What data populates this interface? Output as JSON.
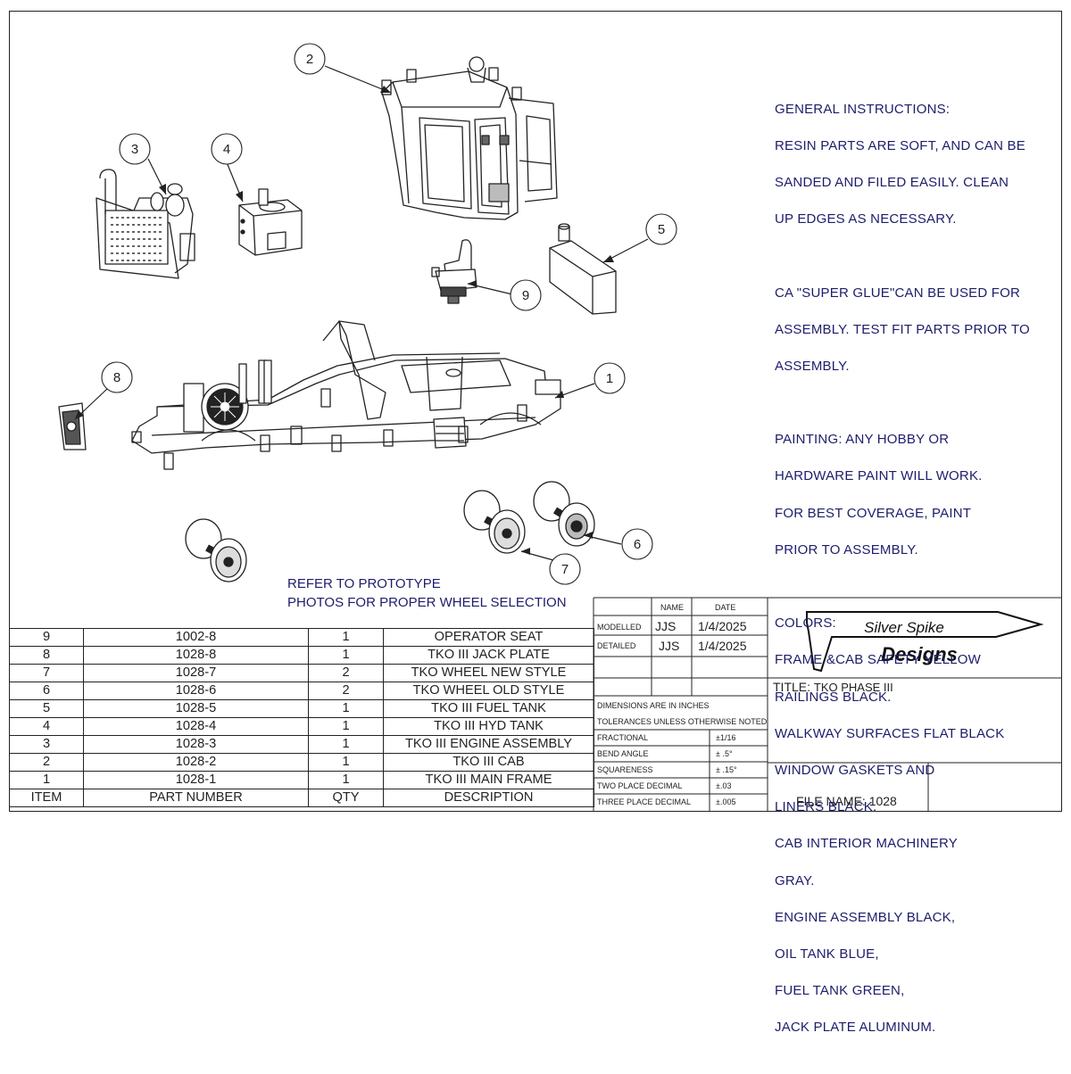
{
  "notes": {
    "general": [
      "GENERAL INSTRUCTIONS:",
      "RESIN PARTS ARE SOFT, AND CAN BE",
      "SANDED AND FILED EASILY.  CLEAN",
      "UP EDGES AS NECESSARY."
    ],
    "glue": [
      "CA \"SUPER GLUE\"CAN BE USED FOR",
      "ASSEMBLY. TEST FIT PARTS PRIOR TO",
      "ASSEMBLY."
    ],
    "painting": [
      "PAINTING:  ANY HOBBY OR",
      "HARDWARE PAINT WILL WORK.",
      "FOR BEST COVERAGE, PAINT",
      "PRIOR TO ASSEMBLY."
    ],
    "colors": [
      "COLORS:",
      "FRAME &CAB SAFETY YELLOW",
      "RAILINGS BLACK.",
      "WALKWAY SURFACES FLAT BLACK",
      "WINDOW GASKETS AND",
      "LINERS BLACK.",
      "CAB INTERIOR MACHINERY",
      "GRAY.",
      "ENGINE ASSEMBLY BLACK,",
      "OIL TANK BLUE,",
      "FUEL TANK GREEN,",
      "JACK PLATE ALUMINUM."
    ]
  },
  "ref_note": [
    "REFER TO PROTOTYPE",
    "PHOTOS FOR PROPER WHEEL SELECTION"
  ],
  "balloons": [
    "1",
    "2",
    "3",
    "4",
    "5",
    "6",
    "7",
    "8",
    "9"
  ],
  "bom": {
    "rows": [
      {
        "item": "9",
        "part": "1002-8",
        "qty": "1",
        "desc": "OPERATOR SEAT"
      },
      {
        "item": "8",
        "part": "1028-8",
        "qty": "1",
        "desc": "TKO III JACK PLATE"
      },
      {
        "item": "7",
        "part": "1028-7",
        "qty": "2",
        "desc": "TKO WHEEL NEW STYLE"
      },
      {
        "item": "6",
        "part": "1028-6",
        "qty": "2",
        "desc": "TKO WHEEL OLD STYLE"
      },
      {
        "item": "5",
        "part": "1028-5",
        "qty": "1",
        "desc": "TKO III FUEL TANK"
      },
      {
        "item": "4",
        "part": "1028-4",
        "qty": "1",
        "desc": "TKO III HYD TANK"
      },
      {
        "item": "3",
        "part": "1028-3",
        "qty": "1",
        "desc": "TKO III ENGINE ASSEMBLY"
      },
      {
        "item": "2",
        "part": "1028-2",
        "qty": "1",
        "desc": "TKO III CAB"
      },
      {
        "item": "1",
        "part": "1028-1",
        "qty": "1",
        "desc": "TKO III MAIN FRAME"
      }
    ],
    "headers": {
      "item": "ITEM",
      "part": "PART NUMBER",
      "qty": "QTY",
      "desc": "DESCRIPTION"
    }
  },
  "title_block": {
    "col_name": "NAME",
    "col_date": "DATE",
    "modelled_label": "MODELLED",
    "modelled_name": "JJS",
    "modelled_date": "1/4/2025",
    "detailed_label": "DETAILED",
    "detailed_name": "JJS",
    "detailed_date": "1/4/2025",
    "dimensions": "DIMENSIONS ARE IN INCHES",
    "tolerances": "TOLERANCES UNLESS OTHERWISE NOTED",
    "tol_rows": [
      {
        "label": "FRACTIONAL",
        "value": "±1/16"
      },
      {
        "label": "BEND ANGLE",
        "value": "± .5°"
      },
      {
        "label": "SQUARENESS",
        "value": "± .15°"
      },
      {
        "label": "TWO PLACE DECIMAL",
        "value": "±.03"
      },
      {
        "label": "THREE PLACE DECIMAL",
        "value": "±.005"
      }
    ],
    "title_label": "TITLE:",
    "title_value": "TKO PHASE III",
    "file_label": "FILE NAME:",
    "file_value": "1028",
    "logo_line1": "Silver Spike",
    "logo_line2": "Designs"
  }
}
